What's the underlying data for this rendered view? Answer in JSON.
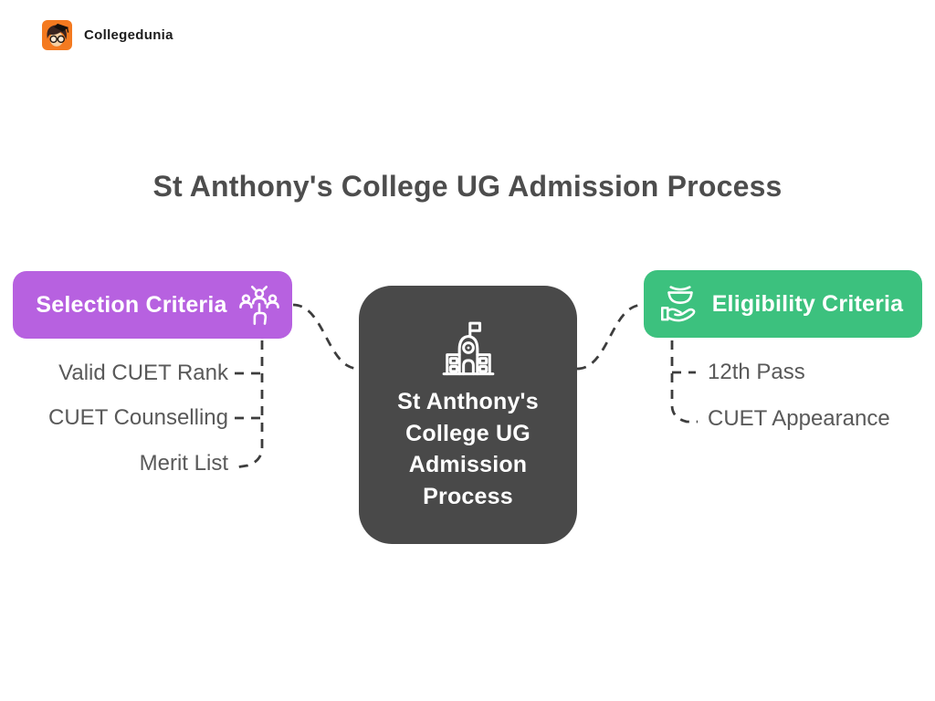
{
  "brand": {
    "name": "Collegedunia",
    "logo_icon": "collegedunia-mascot-icon",
    "logo_bg": "#f47a20"
  },
  "title": "St Anthony's College UG Admission Process",
  "center_node": {
    "label": "St Anthony's College UG Admission Process",
    "lines_text": "St Anthony's\nCollege UG\nAdmission\nProcess",
    "icon": "college-building-icon",
    "bg": "#494949",
    "text_color": "#ffffff"
  },
  "left_branch": {
    "label": "Selection Criteria",
    "icon": "candidate-selection-icon",
    "bg": "#b761e0",
    "items": [
      "Valid CUET Rank",
      "CUET Counselling",
      "Merit List"
    ]
  },
  "right_branch": {
    "label": "Eligibility Criteria",
    "icon": "hand-holding-bowl-icon",
    "bg": "#3cc17e",
    "items": [
      "12th Pass",
      "CUET Appearance"
    ]
  },
  "colors": {
    "background": "#ffffff",
    "accent_purple": "#b761e0",
    "accent_green": "#3cc17e",
    "node_dark": "#494949",
    "logo_orange": "#f47a20",
    "title_text": "#4d4d4d",
    "item_text": "#595959",
    "connector": "#3d3d3d"
  }
}
